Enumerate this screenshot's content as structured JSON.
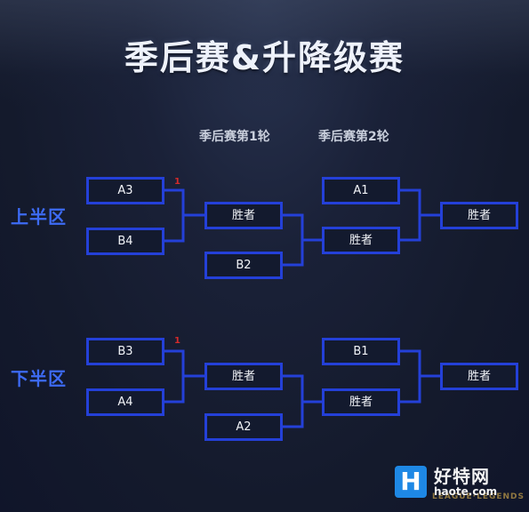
{
  "title": "季后赛&升降级赛",
  "rounds": {
    "round1": "季后赛第1轮",
    "round2": "季后赛第2轮"
  },
  "upper": {
    "label": "上半区",
    "note": "1",
    "r1": [
      "A3",
      "B4"
    ],
    "r1_winner": "胜者",
    "r1_bye": "B2",
    "r2": [
      "A1",
      "胜者"
    ],
    "final": "胜者"
  },
  "lower": {
    "label": "下半区",
    "note": "1",
    "r1": [
      "B3",
      "A4"
    ],
    "r1_winner": "胜者",
    "r1_bye": "A2",
    "r2": [
      "B1",
      "胜者"
    ],
    "final": "胜者"
  },
  "watermark": {
    "logo": "H",
    "name": "好特网",
    "url": "haote.com",
    "brand": "LEAGUE·LEGENDS"
  },
  "colors": {
    "box_border": "#2440d8",
    "connector": "#2440d8",
    "half_label": "#3d6bf5",
    "note": "#d42b2b"
  }
}
